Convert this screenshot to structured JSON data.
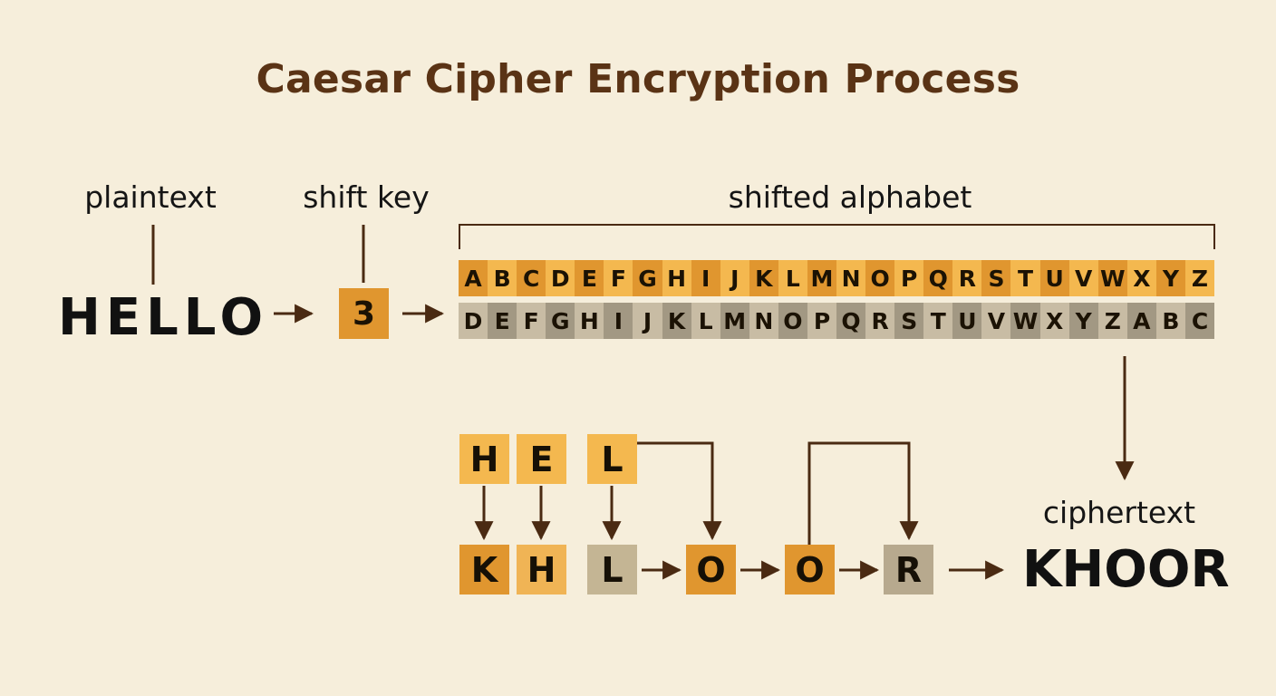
{
  "title": "Caesar Cipher Encryption Process",
  "labels": {
    "plaintext": "plaintext",
    "shift_key": "shift key",
    "shifted_alphabet": "shifted alphabet",
    "ciphertext": "ciphertext"
  },
  "plaintext_word": "HELLO",
  "shift_value": "3",
  "ciphertext_word": "KHOOR",
  "plain_alphabet": [
    "A",
    "B",
    "C",
    "D",
    "E",
    "F",
    "G",
    "H",
    "I",
    "J",
    "K",
    "L",
    "M",
    "N",
    "O",
    "P",
    "Q",
    "R",
    "S",
    "T",
    "U",
    "V",
    "W",
    "X",
    "Y",
    "Z"
  ],
  "shifted_alphabet": [
    "D",
    "E",
    "F",
    "G",
    "H",
    "I",
    "J",
    "K",
    "L",
    "M",
    "N",
    "O",
    "P",
    "Q",
    "R",
    "S",
    "T",
    "U",
    "V",
    "W",
    "X",
    "Y",
    "Z",
    "A",
    "B",
    "C"
  ],
  "input_letters": [
    "H",
    "E",
    "L"
  ],
  "output_letters": [
    "K",
    "H",
    "L",
    "O",
    "O",
    "R"
  ],
  "colors": {
    "background": "#f6eedb",
    "title": "#5a3315",
    "arrow": "#4a2a12",
    "orange": "#e0962f",
    "light_orange": "#f4b84f",
    "tan": "#b3a58c",
    "gray_dark": "#a29883",
    "gray_light": "#c8bca4"
  }
}
